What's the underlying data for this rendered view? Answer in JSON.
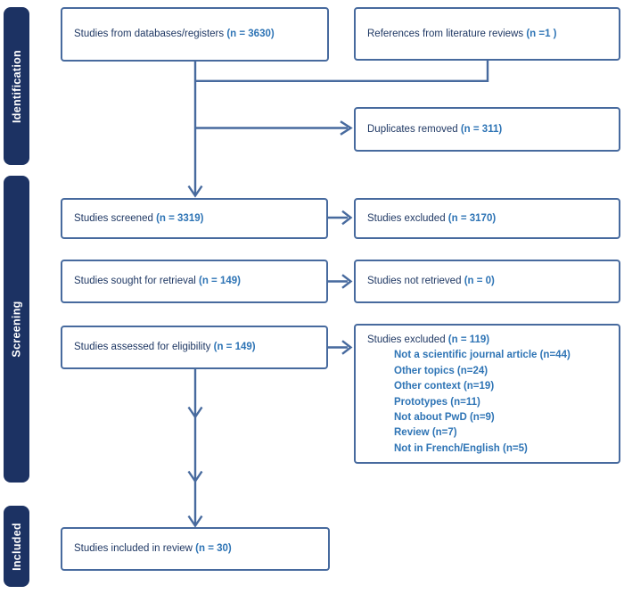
{
  "colors": {
    "line": "#476a9e",
    "sidebar_bg": "#1c3263",
    "text_dark": "#1f3864",
    "text_blue": "#2e74b5",
    "background": "#ffffff"
  },
  "sidebar": {
    "identification_label": "Identification",
    "screening_label": "Screening",
    "included_label": "Included"
  },
  "boxes": {
    "databases": {
      "text": "Studies from databases/registers",
      "count": "(n = 3630)"
    },
    "references": {
      "text": "References from literature reviews",
      "count": "(n =1 )"
    },
    "duplicates": {
      "text": "Duplicates removed",
      "count": "(n = 311)"
    },
    "screened": {
      "text": "Studies screened",
      "count": "(n = 3319)"
    },
    "excluded_screening": {
      "text": "Studies excluded",
      "count": "(n = 3170)"
    },
    "retrieval": {
      "text": "Studies sought for retrieval",
      "count": "(n = 149)"
    },
    "not_retrieved": {
      "text": "Studies not retrieved",
      "count": "(n = 0)"
    },
    "assessed": {
      "text": "Studies assessed for eligibility",
      "count": "(n = 149)"
    },
    "excluded_eligibility": {
      "text": "Studies excluded",
      "count": "(n = 119)",
      "reasons": [
        "Not a scientific journal article (n=44)",
        "Other topics (n=24)",
        "Other context (n=19)",
        "Prototypes (n=11)",
        "Not about PwD (n=9)",
        "Review (n=7)",
        "Not in French/English (n=5)"
      ]
    },
    "included": {
      "text": "Studies included in review",
      "count": "(n = 30)"
    }
  }
}
